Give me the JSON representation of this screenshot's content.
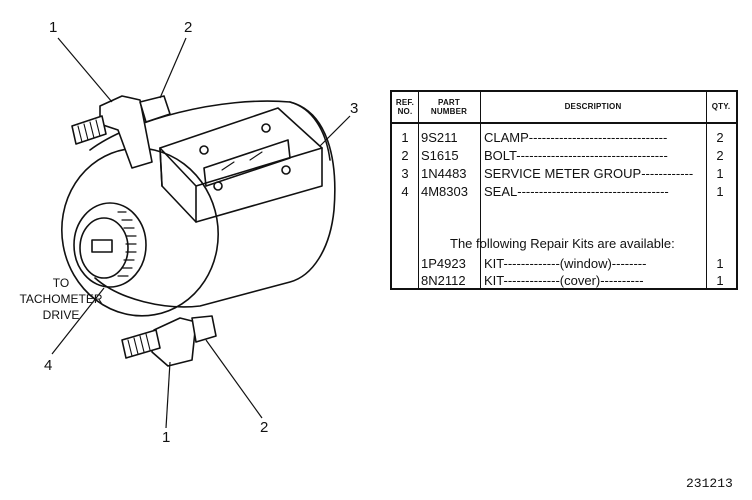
{
  "callouts": {
    "c1_top": "1",
    "c2_top": "2",
    "c3": "3",
    "c4": "4",
    "c1_bottom": "1",
    "c2_bottom": "2"
  },
  "tachometer_label": {
    "line1": "TO",
    "line2": "TACHOMETER",
    "line3": "DRIVE"
  },
  "table": {
    "headers": {
      "ref_line1": "REF.",
      "ref_line2": "NO.",
      "part_line1": "PART",
      "part_line2": "NUMBER",
      "description": "DESCRIPTION",
      "qty": "QTY."
    },
    "rows": [
      {
        "ref": "1",
        "part": "9S211",
        "desc": "CLAMP--------------------------------",
        "qty": "2"
      },
      {
        "ref": "2",
        "part": "S1615",
        "desc": "BOLT-----------------------------------",
        "qty": "2"
      },
      {
        "ref": "3",
        "part": "1N4483",
        "desc": "SERVICE METER GROUP------------",
        "qty": "1"
      },
      {
        "ref": "4",
        "part": "4M8303",
        "desc": "SEAL-----------------------------------",
        "qty": "1"
      }
    ],
    "note": "The following Repair Kits are available:",
    "kits": [
      {
        "part": "1P4923",
        "desc": "KIT-------------(window)--------",
        "qty": "1"
      },
      {
        "part": "8N2112",
        "desc": "KIT-------------(cover)----------",
        "qty": "1"
      }
    ]
  },
  "document_id": "231213"
}
